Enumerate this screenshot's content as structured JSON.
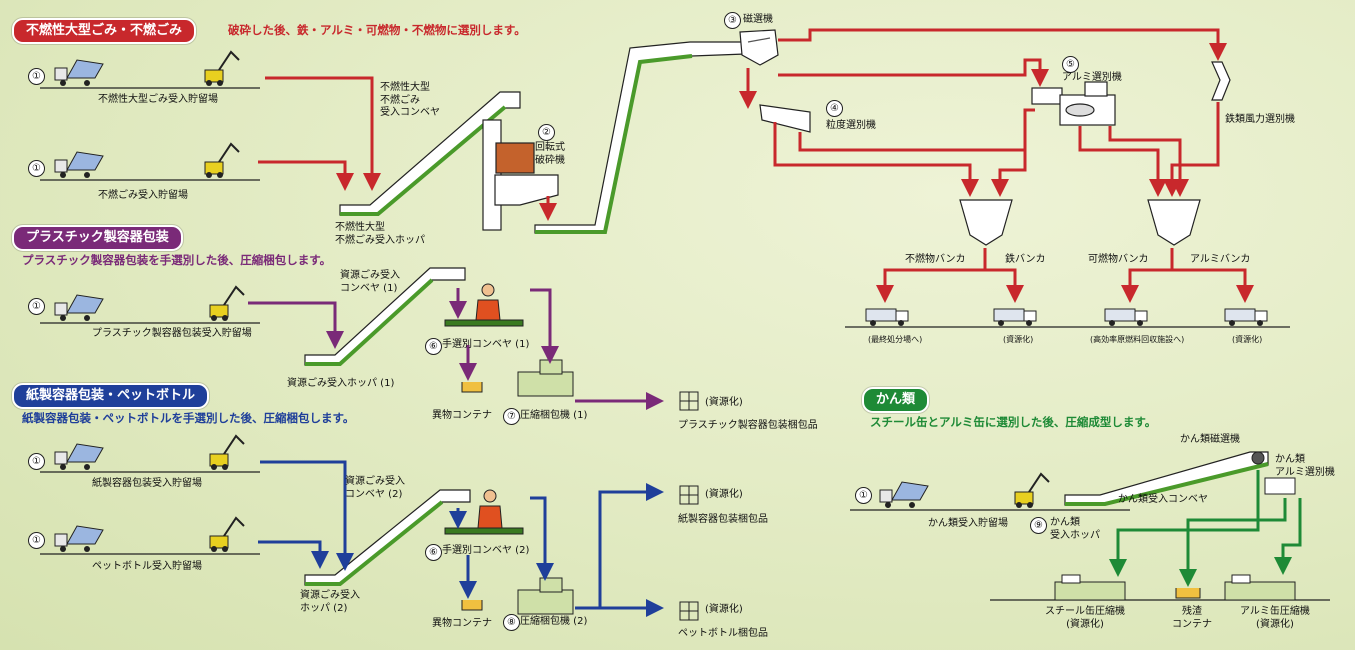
{
  "sections": {
    "bulky": {
      "title": "不燃性大型ごみ・不燃ごみ",
      "desc": "破砕した後、鉄・アルミ・可燃物・不燃物に選別します。",
      "color": "#c8282c"
    },
    "plastic": {
      "title": "プラスチック製容器包装",
      "desc": "プラスチック製容器包装を手選別した後、圧縮梱包します。",
      "color": "#7a2a78"
    },
    "paper": {
      "title": "紙製容器包装・ペットボトル",
      "desc": "紙製容器包装・ペットボトルを手選別した後、圧縮梱包します。",
      "color": "#1f3f9a"
    },
    "cans": {
      "title": "かん類",
      "desc": "スチール缶とアルミ缶に選別した後、圧縮成型します。",
      "color": "#1e8a36"
    }
  },
  "numbers": {
    "n1": "①",
    "n2": "②",
    "n3": "③",
    "n4": "④",
    "n5": "⑤",
    "n6": "⑥",
    "n7": "⑦",
    "n8": "⑧",
    "n9": "⑨"
  },
  "labels": {
    "bulky_pit": "不燃性大型ごみ受入貯留場",
    "noncomb_pit": "不燃ごみ受入貯留場",
    "bulky_conveyor": "不燃性大型\n不燃ごみ\n受入コンベヤ",
    "bulky_hopper": "不燃性大型\n不燃ごみ受入ホッパ",
    "crusher": "回転式\n破砕機",
    "magnet": "磁選機",
    "size_sorter": "粒度選別機",
    "alu_sorter": "アルミ選別機",
    "iron_air_sorter": "鉄類風力選別機",
    "bunker_noncomb": "不燃物バンカ",
    "bunker_iron": "鉄バンカ",
    "bunker_comb": "可燃物バンカ",
    "bunker_alu": "アルミバンカ",
    "dest_landfill": "(最終処分場へ)",
    "dest_resource1": "(資源化)",
    "dest_furnace": "(高効率原燃料回収施設へ)",
    "dest_resource2": "(資源化)",
    "plastic_pit": "プラスチック製容器包装受入貯留場",
    "res_conveyor1": "資源ごみ受入\nコンベヤ (1)",
    "res_hopper1": "資源ごみ受入ホッパ (1)",
    "hand_sort1": "手選別コンベヤ (1)",
    "foreign_container1": "異物コンテナ",
    "baler1": "圧縮梱包機 (1)",
    "bale_res1": "(資源化)",
    "plastic_bale": "プラスチック製容器包装梱包品",
    "paper_pit": "紙製容器包装受入貯留場",
    "pet_pit": "ペットボトル受入貯留場",
    "res_conveyor2": "資源ごみ受入\nコンベヤ (2)",
    "res_hopper2": "資源ごみ受入\nホッパ (2)",
    "hand_sort2": "手選別コンベヤ (2)",
    "foreign_container2": "異物コンテナ",
    "baler2": "圧縮梱包機 (2)",
    "paper_res": "(資源化)",
    "paper_bale": "紙製容器包装梱包品",
    "pet_res": "(資源化)",
    "pet_bale": "ペットボトル梱包品",
    "can_magnet": "かん類磁選機",
    "can_alu_sorter": "かん類\nアルミ選別機",
    "can_conveyor": "かん類受入コンベヤ",
    "can_pit": "かん類受入貯留場",
    "can_hopper": "かん類\n受入ホッパ",
    "steel_press": "スチール缶圧縮機\n(資源化)",
    "residue_container": "残渣\nコンテナ",
    "alu_press": "アルミ缶圧縮機\n(資源化)"
  }
}
